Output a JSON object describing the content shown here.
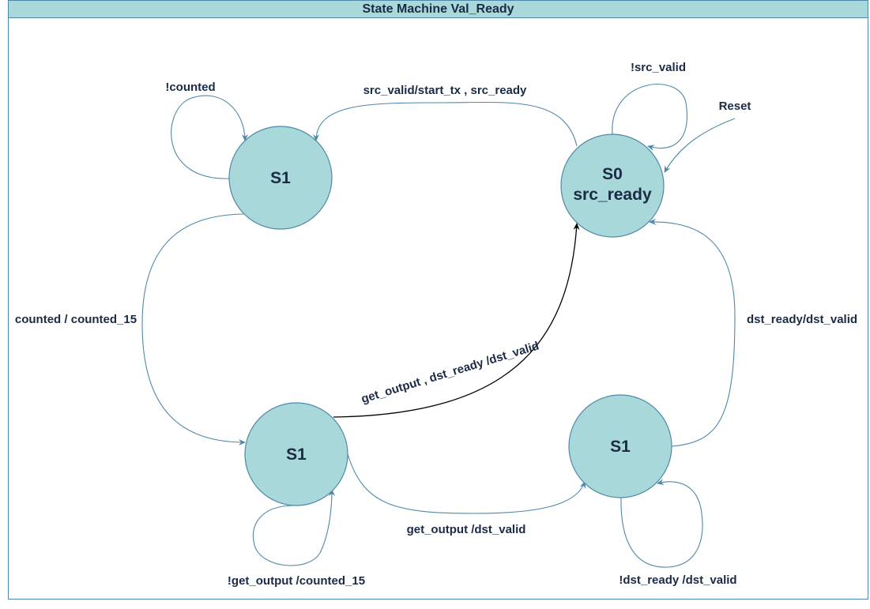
{
  "title": "State Machine Val_Ready",
  "states": {
    "top_left": "S1",
    "top_right_line1": "S0",
    "top_right_line2": "src_ready",
    "bottom_left": "S1",
    "bottom_right": "S1"
  },
  "transitions": {
    "self_top_left": "!counted",
    "s0_to_top_left": "src_valid/start_tx , src_ready",
    "self_s0": "!src_valid",
    "reset": "Reset",
    "top_left_to_bottom_left": "counted / counted_15",
    "bottom_left_to_s0": "get_output , dst_ready /dst_valid",
    "bottom_right_to_s0": "dst_ready/dst_valid",
    "bottom_left_to_bottom_right": "get_output /dst_valid",
    "self_bottom_left": "!get_output /counted_15",
    "self_bottom_right": "!dst_ready /dst_valid"
  },
  "colors": {
    "node_fill": "#a8d8d9",
    "edge": "#4f88a8",
    "text": "#1b2b45"
  }
}
